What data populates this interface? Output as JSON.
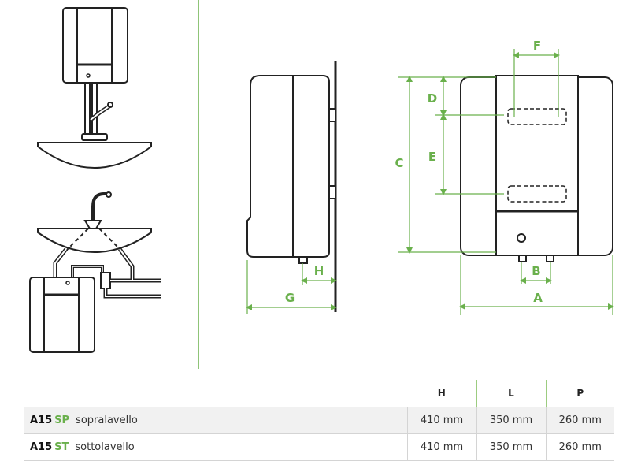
{
  "dimension_labels": {
    "A": "A",
    "B": "B",
    "C": "C",
    "D": "D",
    "E": "E",
    "F": "F",
    "G": "G",
    "H": "H"
  },
  "colors": {
    "accent": "#6ab04c",
    "outline": "#222222",
    "table_row_bg": "#f1f1f1"
  },
  "table": {
    "headers": [
      "",
      "H",
      "L",
      "P"
    ],
    "rows": [
      {
        "model": "A15",
        "suffix": "SP",
        "desc": "sopralavello",
        "H": "410 mm",
        "L": "350 mm",
        "P": "260 mm"
      },
      {
        "model": "A15",
        "suffix": "ST",
        "desc": "sottolavello",
        "H": "410 mm",
        "L": "350 mm",
        "P": "260 mm"
      }
    ]
  }
}
